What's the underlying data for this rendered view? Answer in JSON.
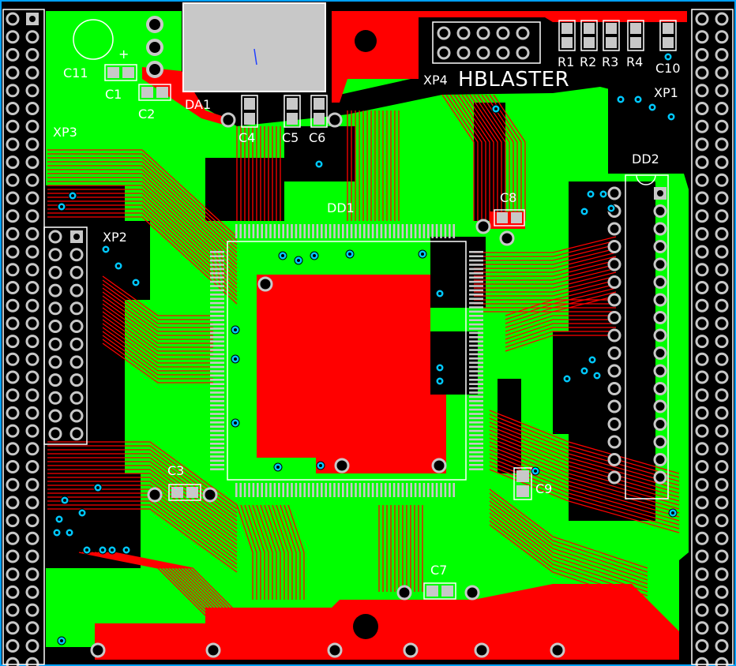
{
  "board": {
    "title": "HBLASTER",
    "colors": {
      "background": "#000000",
      "ground_pour": "#00ff00",
      "copper_trace": "#ff0000",
      "silkscreen": "#ffffff",
      "via": "#00c8ff",
      "pad": "#c8c8c8",
      "outline": "#00a0ff"
    },
    "designators": {
      "c11": "C11",
      "c1": "C1",
      "c2": "C2",
      "da1": "DA1",
      "c4": "C4",
      "c5": "C5",
      "c6": "C6",
      "xp4": "XP4",
      "r1": "R1",
      "r2": "R2",
      "r3": "R3",
      "r4": "R4",
      "c10": "C10",
      "xp1": "XP1",
      "xp3": "XP3",
      "dd2": "DD2",
      "dd1": "DD1",
      "c8": "C8",
      "xp2": "XP2",
      "c3": "C3",
      "c9": "C9",
      "c7": "C7"
    },
    "polarity_mark": "+"
  }
}
